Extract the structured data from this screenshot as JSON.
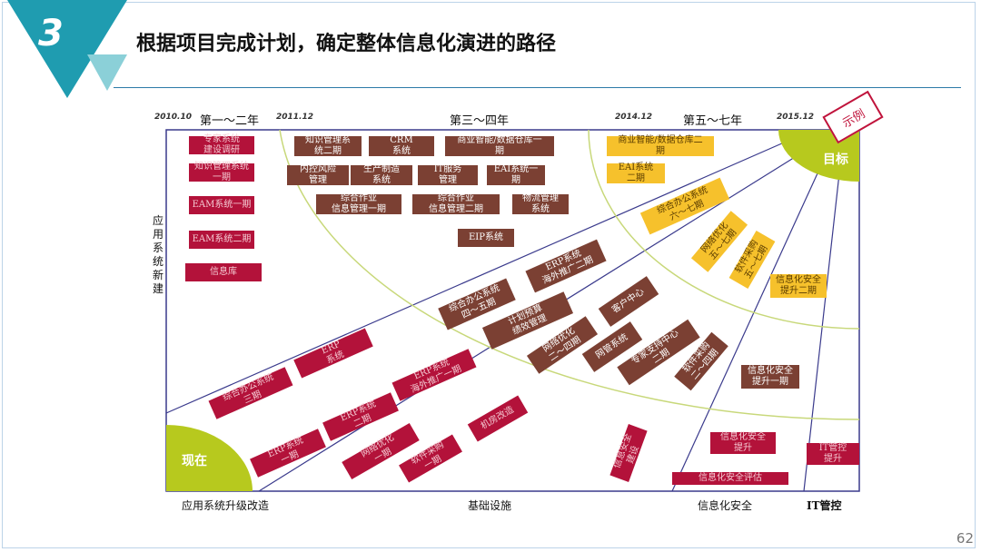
{
  "slide": {
    "number": "3",
    "title": "根据项目完成计划，确定整体信息化演进的路径",
    "page_number": "62",
    "stamp": "示例"
  },
  "timeline": {
    "dates": [
      "2010.10",
      "2011.12",
      "2014.12",
      "2015.12"
    ],
    "phases": [
      "第一～二年",
      "第三～四年",
      "第五～七年"
    ]
  },
  "left_label": "应用系统新建",
  "bottom_labels": [
    "应用系统升级改造",
    "基础设施",
    "信息化安全",
    "IT管控"
  ],
  "circles": {
    "now": "现在",
    "goal": "目标"
  },
  "boxes": {
    "new_year12": [
      "专家系统\n建设调研",
      "知识管理系统\n一期",
      "EAM系统一期",
      "EAM系统二期",
      "信息库"
    ],
    "new_year34": [
      "知识管理系\n统二期",
      "CRM\n系统",
      "商业智能/数据仓库一\n期",
      "内控风险\n管理",
      "生产制造\n系统",
      "IT服务\n管理",
      "EAI系统一\n期",
      "综合作业\n信息管理一期",
      "综合作业\n信息管理二期",
      "物流管理\n系统",
      "EIP系统"
    ],
    "new_year57": [
      "商业智能/数据仓库二\n期",
      "EAI系统\n二期"
    ],
    "upgrade_year34": [
      "综合办公系统\n四～五期",
      "ERP系统\n海外推广二期",
      "计划预算\n绩效管理"
    ],
    "upgrade_year57": [
      "综合办公系统\n六～七期"
    ],
    "upgrade_year12": [
      "综合办公系统\n三期",
      "ERP\n系统",
      "ERP系统\n海外推广一期",
      "ERP系统\n二期",
      "ERP系统\n一期"
    ],
    "infra_year34": [
      "客户中心",
      "网络优化\n二～四期",
      "网管系统",
      "专家支持中心\n二期",
      "软件采购\n二～四期"
    ],
    "infra_year57": [
      "网络优化\n五～七期",
      "软件采购\n五～七期"
    ],
    "infra_year12": [
      "网络优化\n一期",
      "软件采购\n一期",
      "机房改造"
    ],
    "security_year34": [
      "信息化安全\n提升一期"
    ],
    "security_year57": [
      "信息化安全\n提升二期"
    ],
    "security_year12": [
      "信息安全\n建设",
      "信息化安全\n提升",
      "信息化安全评估"
    ],
    "it_control": [
      "IT管控\n提升"
    ]
  }
}
